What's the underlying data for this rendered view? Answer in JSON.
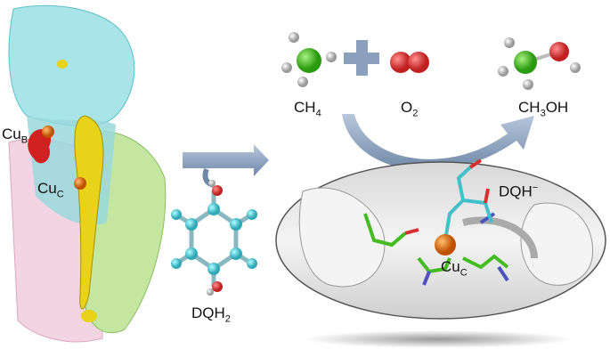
{
  "labels": {
    "cu_b": {
      "main": "Cu",
      "sub": "B"
    },
    "cu_c_protein": {
      "main": "Cu",
      "sub": "C"
    },
    "dqh2": {
      "main": "DQH",
      "sub": "2"
    },
    "ch4": {
      "main": "CH",
      "sub": "4"
    },
    "o2": {
      "main": "O",
      "sub": "2"
    },
    "ch3oh": {
      "pre": "CH",
      "sub": "3",
      "post": "OH"
    },
    "dqh_minus": {
      "main": "DQH",
      "sup": "−"
    },
    "cu_c_site": {
      "main": "Cu",
      "sub": "C"
    }
  },
  "colors": {
    "protein_cyan": "#8fd8dc",
    "protein_pink": "#f2cfe0",
    "protein_green": "#b8e08a",
    "pocket_yellow": "#e8d21a",
    "copper_orange": "#e8780a",
    "oxygen_red": "#d83030",
    "carbon_green": "#44bb22",
    "arrow_blue": "#8aa0bc",
    "ellipse_gray": "#e6e6e6"
  }
}
